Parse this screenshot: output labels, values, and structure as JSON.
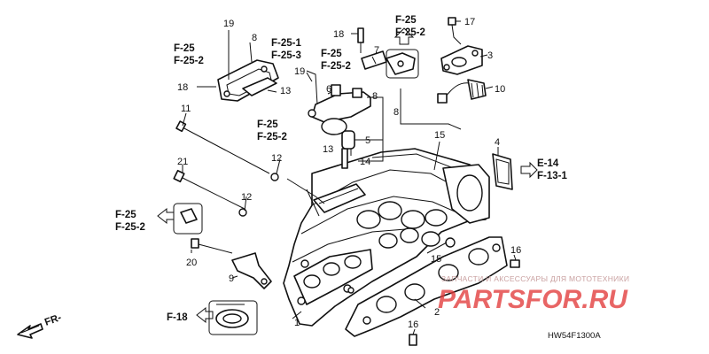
{
  "diagram": {
    "part_numbers": {
      "n1": "1",
      "n2": "2",
      "n3": "3",
      "n4": "4",
      "n5": "5",
      "n6": "6",
      "n7": "7",
      "n8a": "8",
      "n8b": "8",
      "n8c": "8",
      "n9": "9",
      "n10": "10",
      "n11": "11",
      "n12a": "12",
      "n12b": "12",
      "n13a": "13",
      "n13b": "13",
      "n14": "14",
      "n15a": "15",
      "n15b": "15",
      "n16a": "16",
      "n16b": "16",
      "n17": "17",
      "n18a": "18",
      "n18b": "18",
      "n19a": "19",
      "n19b": "19",
      "n20": "20",
      "n21": "21"
    },
    "references": {
      "r_tl_1": "F-25",
      "r_tl_2": "F-25-2",
      "r_tc_1": "F-25-1",
      "r_tc_2": "F-25-3",
      "r_c_1": "F-25",
      "r_c_2": "F-25-2",
      "r_top_1": "F-25",
      "r_top_2": "F-25-2",
      "r_ml_1": "F-25",
      "r_ml_2": "F-25-2",
      "r_left_1": "F-25",
      "r_left_2": "F-25-2",
      "r_right_1": "E-14",
      "r_right_2": "F-13-1",
      "r_bottom": "F-18"
    },
    "front_label": "FR-",
    "diagram_code": "HW54F1300A"
  },
  "watermark": {
    "caption": "ЗАПЧАСТИ И АКСЕССУАРЫ ДЛЯ МОТОТЕХНИКИ",
    "brand": "PARTSFOR.RU"
  },
  "colors": {
    "line": "#111111",
    "watermark": "#e23b3b"
  }
}
